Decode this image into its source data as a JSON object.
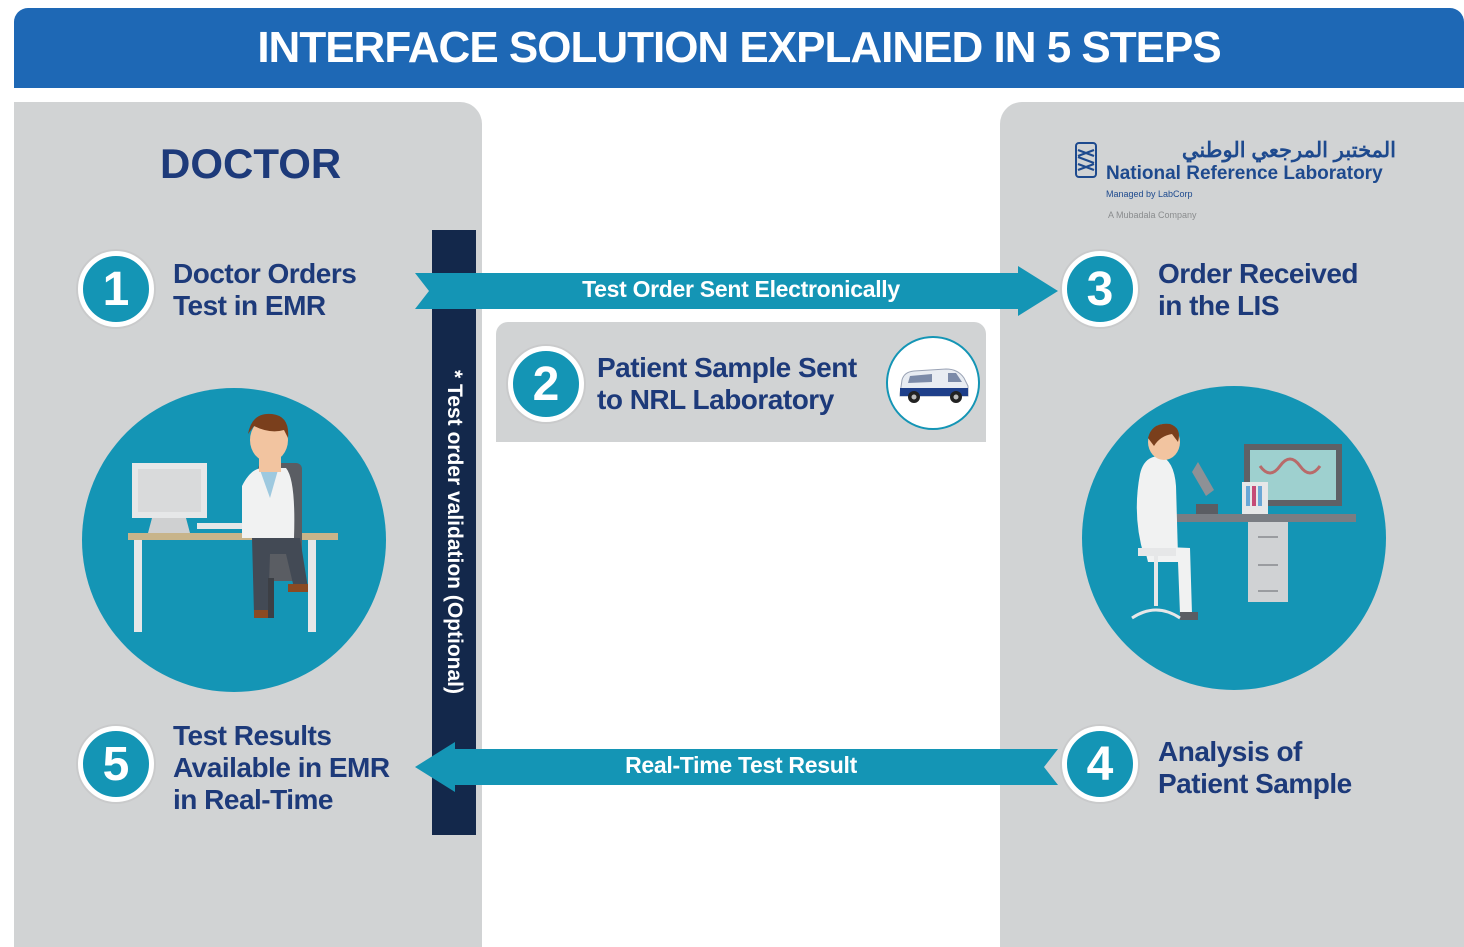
{
  "header": {
    "title": "INTERFACE SOLUTION EXPLAINED IN 5 STEPS"
  },
  "doctor_panel": {
    "title": "DOCTOR"
  },
  "lab_logo": {
    "arabic_name": "المختبر المرجعي الوطني",
    "english_name": "National Reference Laboratory",
    "managed_by": "Managed by LabCorp",
    "company": "A Mubadala Company"
  },
  "steps": [
    {
      "number": "1",
      "line1": "Doctor Orders",
      "line2": "Test in EMR"
    },
    {
      "number": "2",
      "line1": "Patient Sample Sent",
      "line2": "to NRL Laboratory"
    },
    {
      "number": "3",
      "line1": "Order Received",
      "line2": "in the LIS"
    },
    {
      "number": "4",
      "line1": "Analysis of",
      "line2": "Patient Sample"
    },
    {
      "number": "5",
      "line1": "Test Results",
      "line2": "Available in EMR",
      "line3": "in Real-Time"
    }
  ],
  "arrows": {
    "forward_label": "Test Order Sent Electronically",
    "return_label": "Real-Time Test Result"
  },
  "validation_note": "* Test order validation (Optional)",
  "colors": {
    "banner": "#1e68b5",
    "accent": "#1495b5",
    "text_navy": "#1d3a7a",
    "panel_gray": "#d1d3d4",
    "bar_navy": "#13284b"
  }
}
